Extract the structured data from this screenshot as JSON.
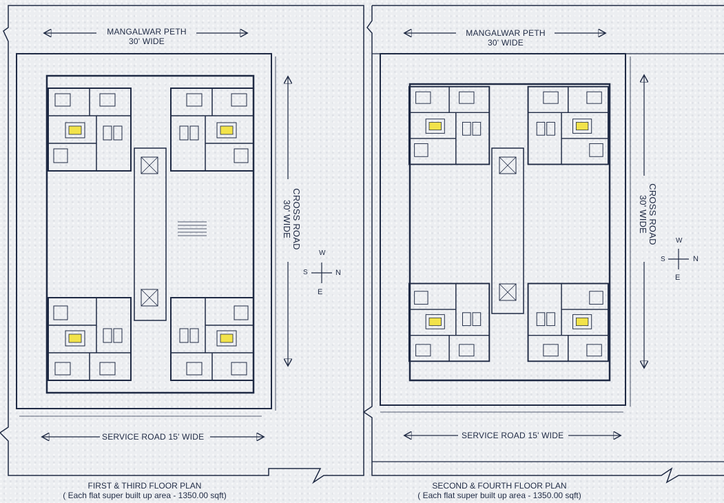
{
  "plans": [
    {
      "top_road": {
        "line1": "MANGALWAR PETH",
        "line2": "30' WIDE"
      },
      "side_road": {
        "line1": "CROSS ROAD",
        "line2": "30' WIDE"
      },
      "bottom_road": "SERVICE ROAD 15' WIDE",
      "compass": {
        "n": "N",
        "s": "S",
        "e": "E",
        "w": "W"
      },
      "caption": {
        "title": "FIRST & THIRD  FLOOR PLAN",
        "subtitle": "( Each flat super built up area - 1350.00 sqft)"
      }
    },
    {
      "top_road": {
        "line1": "MANGALWAR PETH",
        "line2": "30' WIDE"
      },
      "side_road": {
        "line1": "CROSS ROAD",
        "line2": "30' WIDE"
      },
      "bottom_road": "SERVICE ROAD 15' WIDE",
      "compass": {
        "n": "N",
        "s": "S",
        "e": "E",
        "w": "W"
      },
      "caption": {
        "title": "SECOND & FOURTH  FLOOR PLAN",
        "subtitle": "( Each flat super built up area - 1350.00 sqft)"
      }
    }
  ],
  "colors": {
    "line": "#1f2a44",
    "accent": "#2c6fb5",
    "highlight": "#f2e34a"
  }
}
